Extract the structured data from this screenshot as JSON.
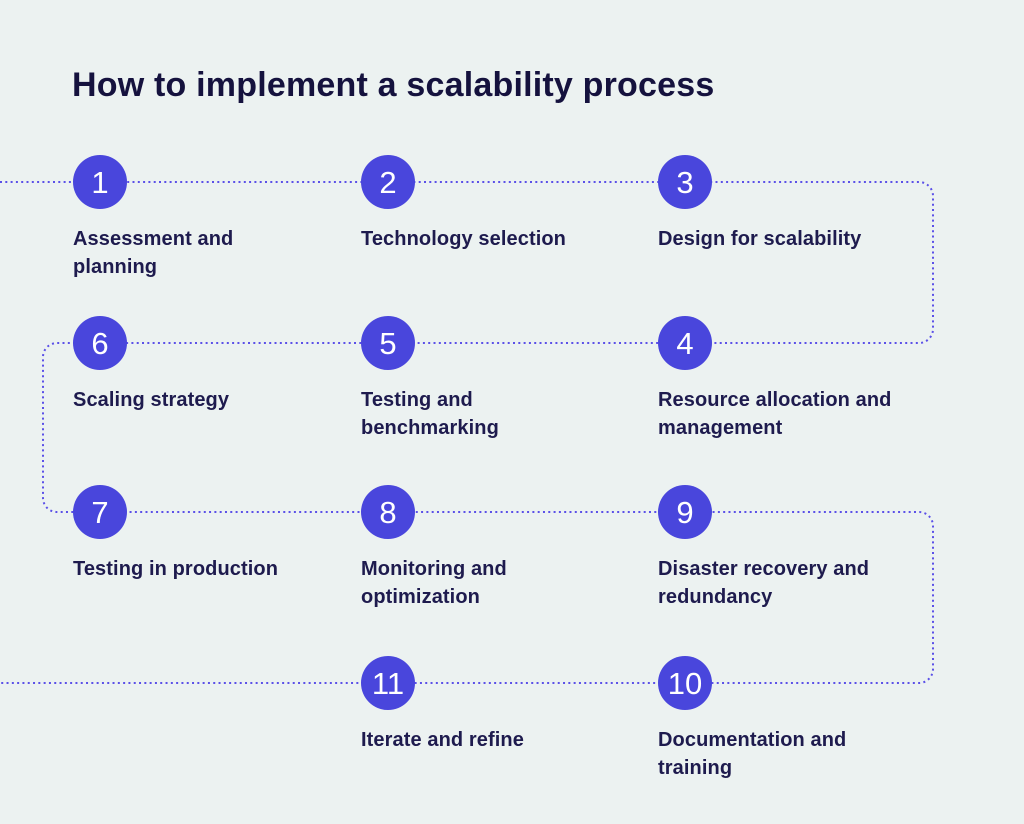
{
  "title": "How to implement a scalability process",
  "colors": {
    "background": "#ECF2F1",
    "circle_fill": "#4946DC",
    "circle_number": "#FFFFFF",
    "connector_line": "#5B50E8",
    "title_text": "#15123E",
    "label_text": "#1E1B4E"
  },
  "steps": [
    {
      "number": "1",
      "label": "Assessment and\nplanning"
    },
    {
      "number": "2",
      "label": "Technology selection"
    },
    {
      "number": "3",
      "label": "Design for scalability"
    },
    {
      "number": "4",
      "label": "Resource allocation and\nmanagement"
    },
    {
      "number": "5",
      "label": "Testing and\nbenchmarking"
    },
    {
      "number": "6",
      "label": "Scaling strategy"
    },
    {
      "number": "7",
      "label": "Testing in production"
    },
    {
      "number": "8",
      "label": "Monitoring and\noptimization"
    },
    {
      "number": "9",
      "label": "Disaster recovery and\nredundancy"
    },
    {
      "number": "10",
      "label": "Documentation and\ntraining"
    },
    {
      "number": "11",
      "label": "Iterate and refine"
    }
  ]
}
